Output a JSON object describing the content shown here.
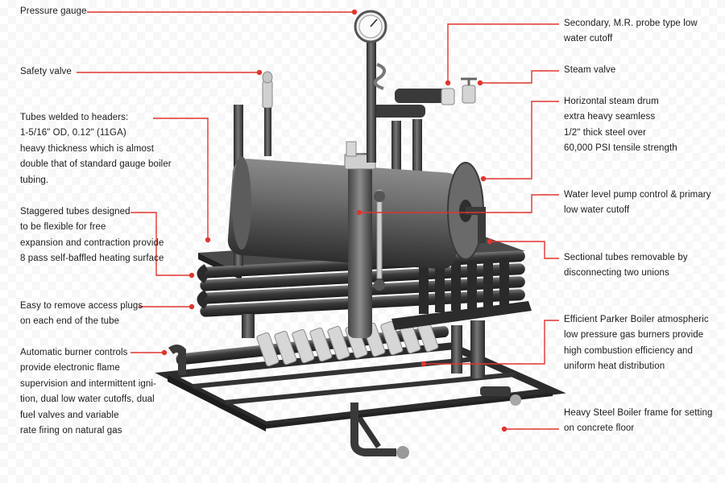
{
  "colors": {
    "leader": "#e0352f",
    "text": "#1b1b1b",
    "metal_dark": "#3a3a3a",
    "metal_mid": "#6b6b6b",
    "metal_light": "#b9b9b9"
  },
  "labels": {
    "pressure_gauge": [
      "Pressure gauge"
    ],
    "safety_valve": [
      "Safety valve"
    ],
    "tubes_welded": [
      "Tubes welded to headers:",
      "1-5/16\" OD, 0.12\" (11GA)",
      "heavy thickness which is almost",
      "double that of standard gauge boiler",
      "tubing."
    ],
    "staggered_tubes": [
      "Staggered tubes designed",
      "to be flexible for free",
      "expansion and contraction provide",
      "8 pass self-baffled heating surface"
    ],
    "access_plugs": [
      "Easy to remove access plugs",
      "on each end of the tube"
    ],
    "burner_controls": [
      "Automatic burner controls",
      "provide electronic flame",
      "supervision and intermittent igni-",
      "tion, dual low water cutoffs, dual",
      "fuel valves and variable",
      "rate firing on natural gas"
    ],
    "low_water_cutoff": [
      "Secondary, M.R. probe type low",
      "water cutoff"
    ],
    "steam_valve": [
      "Steam valve"
    ],
    "steam_drum": [
      "Horizontal steam drum",
      "extra heavy seamless",
      "1/2\" thick steel over",
      "60,000 PSI tensile strength"
    ],
    "pump_control": [
      "Water level pump control & primary",
      "low water cutoff"
    ],
    "sectional_tubes": [
      "Sectional tubes removable by",
      "disconnecting two unions"
    ],
    "burners": [
      "Efficient Parker Boiler atmospheric",
      "low pressure gas burners provide",
      "high combustion efficiency and",
      "uniform heat distribution"
    ],
    "frame": [
      "Heavy Steel Boiler frame for setting",
      "on concrete floor"
    ]
  }
}
